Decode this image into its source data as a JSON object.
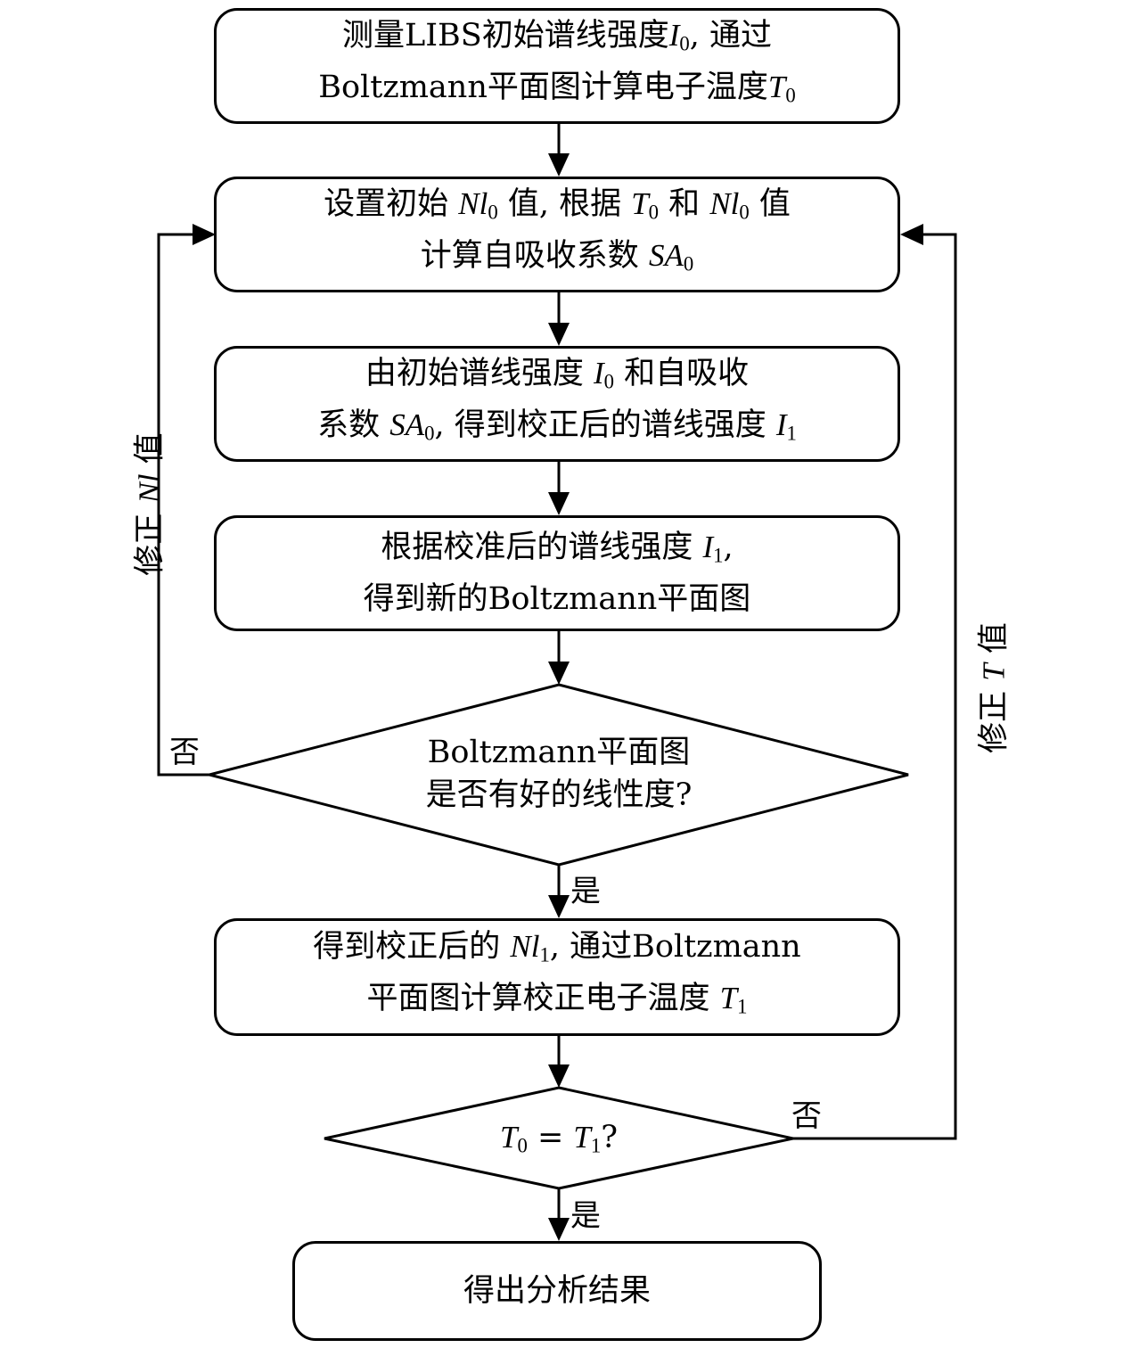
{
  "diagram": {
    "type": "flowchart",
    "steps": [
      {
        "id": "measure",
        "lines": [
          [
            {
              "t": "测量LIBS初始谱线强度"
            },
            {
              "m": "I",
              "s": "0"
            },
            {
              "t": ", 通过"
            }
          ],
          [
            {
              "t": "Boltzmann平面图计算电子温度"
            },
            {
              "m": "T",
              "s": "0"
            }
          ]
        ]
      },
      {
        "id": "set-initial",
        "lines": [
          [
            {
              "t": "设置初始 "
            },
            {
              "m": "Nl",
              "s": "0"
            },
            {
              "t": " 值, 根据 "
            },
            {
              "m": "T",
              "s": "0"
            },
            {
              "t": " 和 "
            },
            {
              "m": "Nl",
              "s": "0"
            },
            {
              "t": " 值"
            }
          ],
          [
            {
              "t": "计算自吸收系数 "
            },
            {
              "m": "SA",
              "s": "0"
            }
          ]
        ]
      },
      {
        "id": "correct-intensity",
        "lines": [
          [
            {
              "t": "由初始谱线强度 "
            },
            {
              "m": "I",
              "s": "0"
            },
            {
              "t": " 和自吸收"
            }
          ],
          [
            {
              "t": "系数 "
            },
            {
              "m": "SA",
              "s": "0"
            },
            {
              "t": ", 得到校正后的谱线强度 "
            },
            {
              "m": "I",
              "s": "1"
            }
          ]
        ]
      },
      {
        "id": "new-plot",
        "lines": [
          [
            {
              "t": "根据校准后的谱线强度 "
            },
            {
              "m": "I",
              "s": "1"
            },
            {
              "t": ","
            }
          ],
          [
            {
              "t": "得到新的Boltzmann平面图"
            }
          ]
        ]
      },
      {
        "id": "corrected-temp",
        "lines": [
          [
            {
              "t": "得到校正后的 "
            },
            {
              "m": "Nl",
              "s": "1"
            },
            {
              "t": ", 通过Boltzmann"
            }
          ],
          [
            {
              "t": "平面图计算校正电子温度 "
            },
            {
              "m": "T",
              "s": "1"
            }
          ]
        ]
      },
      {
        "id": "result",
        "lines": [
          [
            {
              "t": "得出分析结果"
            }
          ]
        ]
      }
    ],
    "decisions": [
      {
        "id": "linearity",
        "lines": [
          [
            {
              "t": "Boltzmann平面图"
            }
          ],
          [
            {
              "t": "是否有好的线性度?"
            }
          ]
        ]
      },
      {
        "id": "temp-equal",
        "lines": [
          [
            {
              "m": "T",
              "s": "0"
            },
            {
              "t": " = "
            },
            {
              "m": "T",
              "s": "1"
            },
            {
              "t": "?"
            }
          ]
        ]
      }
    ],
    "edge_labels": {
      "linearity_no": "否",
      "linearity_yes": "是",
      "temp_no": "否",
      "temp_yes": "是",
      "loop_left": [
        {
          "t": "修正 "
        },
        {
          "m": "Nl"
        },
        {
          "t": " 值"
        }
      ],
      "loop_right": [
        {
          "t": "修正 "
        },
        {
          "m": "T"
        },
        {
          "t": " 值"
        }
      ]
    }
  }
}
